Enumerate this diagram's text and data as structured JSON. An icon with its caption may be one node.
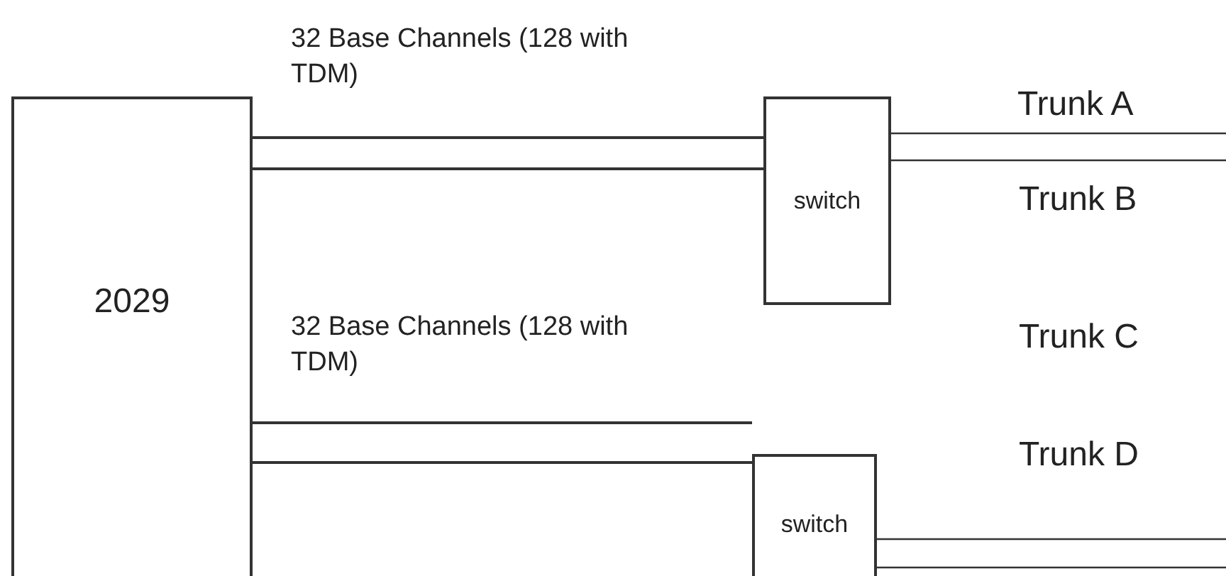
{
  "diagram": {
    "nodes": [
      {
        "text": [
          "2029"
        ]
      },
      {
        "text": [
          "switch"
        ]
      },
      {
        "text": [
          "switch"
        ]
      }
    ],
    "edges": [
      {
        "from": 0,
        "to": 1,
        "arrow": "none",
        "label": "32 Base Channels (128 with TDM)"
      },
      {
        "from": 0,
        "to": 1,
        "arrow": "none"
      },
      {
        "from": 0,
        "to": 2,
        "arrow": "none",
        "label": "32 Base Channels (128 with TDM)"
      },
      {
        "from": 0,
        "to": 2,
        "arrow": "none"
      },
      {
        "from": 1,
        "to": null,
        "arrow": "none"
      },
      {
        "from": 1,
        "to": null,
        "arrow": "none"
      },
      {
        "from": 2,
        "to": null,
        "arrow": "none"
      },
      {
        "from": 2,
        "to": null,
        "arrow": "none"
      }
    ],
    "labels": [
      "Trunk A",
      "Trunk B",
      "Trunk C",
      "Trunk D"
    ]
  }
}
